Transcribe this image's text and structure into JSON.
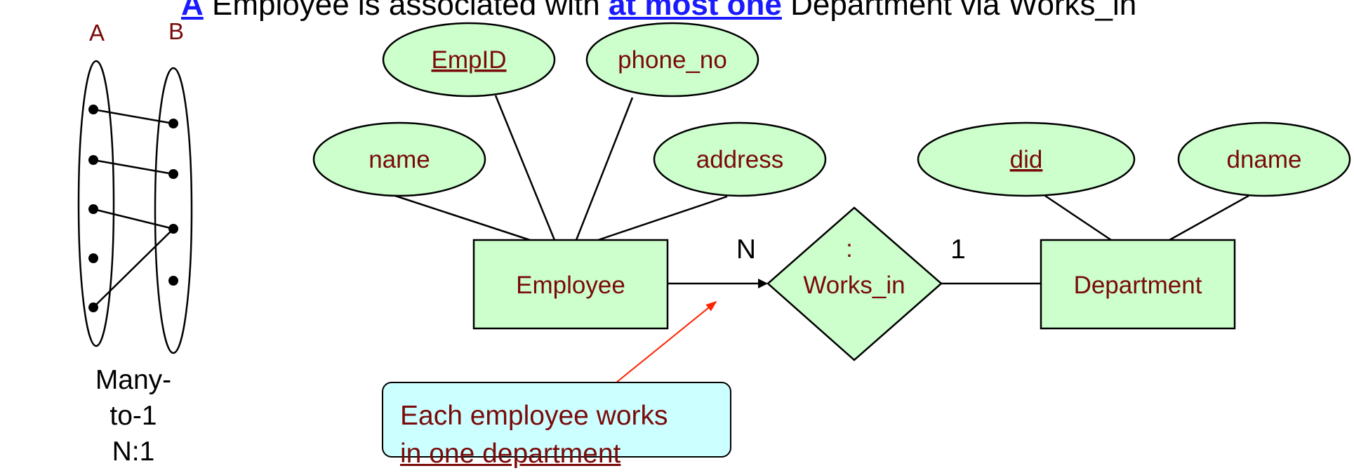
{
  "title": {
    "word1": "A",
    "part1": "Employee is associated with",
    "emph": "at most one",
    "part2": "Department via Works_in"
  },
  "mapping": {
    "set_a": "A",
    "set_b": "B",
    "caption_line1": "Many-",
    "caption_line2": "to-1",
    "caption_line3": "N:1"
  },
  "er": {
    "entities": {
      "employee": "Employee",
      "department": "Department"
    },
    "relationship": "Works_in",
    "relationship_colon": ":",
    "attributes": {
      "empid": "EmpID",
      "phone_no": "phone_no",
      "name": "name",
      "address": "address",
      "did": "did",
      "dname": "dname"
    },
    "cardinality_left": "N",
    "cardinality_right": "1"
  },
  "note": {
    "line1": "Each employee works",
    "line2": "in one department"
  },
  "colors": {
    "shape_fill": "#ccffcc",
    "label_text": "#7a0a0a",
    "note_fill": "#ccffff",
    "title_emphasis": "#1a1aff",
    "arrow": "#ff2200"
  }
}
